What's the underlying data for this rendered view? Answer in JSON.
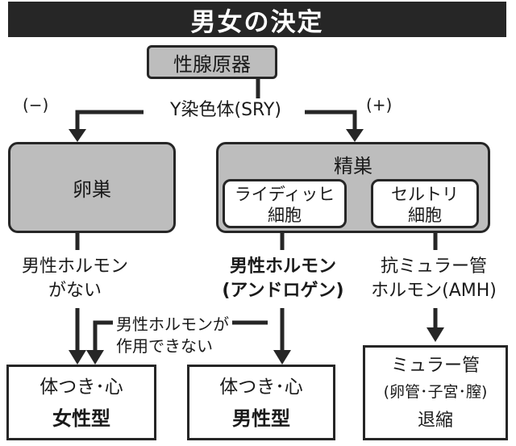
{
  "title": "男女の決定",
  "nodes": {
    "gonad": "性腺原器",
    "sry": "Y染色体(SRY)",
    "minus": "(−)",
    "plus": "(+)",
    "ovary": "卵巣",
    "testis": "精巣",
    "leydig_1": "ライディッヒ",
    "leydig_2": "細胞",
    "sertoli_1": "セルトリ",
    "sertoli_2": "細胞",
    "no_hormone_1": "男性ホルモン",
    "no_hormone_2": "がない",
    "androgen_1": "男性ホルモン",
    "androgen_2": "(アンドロゲン)",
    "amh_1": "抗ミュラー管",
    "amh_2": "ホルモン(AMH)",
    "cannot_act_1": "男性ホルモンが",
    "cannot_act_2": "作用できない",
    "female_1": "体つき･心",
    "female_2": "女性型",
    "male_1": "体つき･心",
    "male_2": "男性型",
    "muller_1": "ミュラー管",
    "muller_2": "(卵管･子宮･膣)",
    "muller_3": "退縮"
  },
  "colors": {
    "line": "#262626",
    "gray_box": "#bdbdbd",
    "title_bg": "#262626",
    "title_text": "#ffffff"
  }
}
